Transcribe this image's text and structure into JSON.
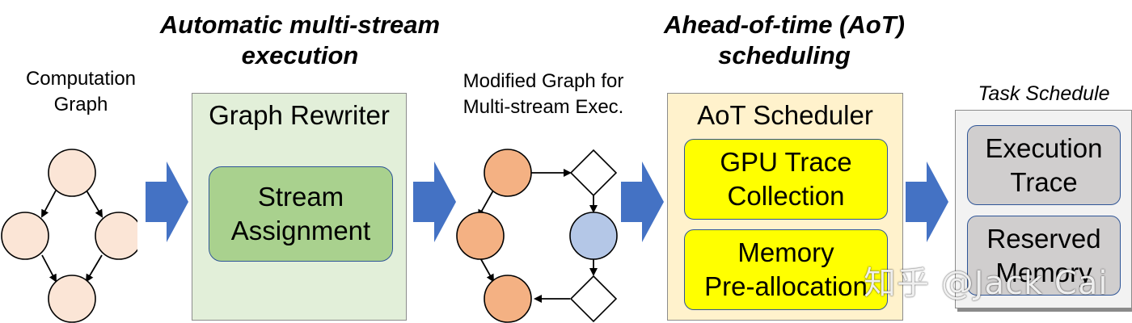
{
  "headings": {
    "left_line1": "Automatic multi-stream",
    "left_line2": "execution",
    "right_line1": "Ahead-of-time (AoT)",
    "right_line2": "scheduling"
  },
  "captions": {
    "computation_line1": "Computation",
    "computation_line2": "Graph",
    "modified_line1": "Modified Graph for",
    "modified_line2": "Multi-stream Exec.",
    "task_schedule": "Task Schedule"
  },
  "graph_rewriter": {
    "title": "Graph Rewriter",
    "inner_line1": "Stream",
    "inner_line2": "Assignment"
  },
  "aot_scheduler": {
    "title": "AoT Scheduler",
    "box1_line1": "GPU Trace",
    "box1_line2": "Collection",
    "box2_line1": "Memory",
    "box2_line2": "Pre-allocation"
  },
  "task_schedule": {
    "box1_line1": "Execution",
    "box1_line2": "Trace",
    "box2_line1": "Reserved",
    "box2_line2": "Memory"
  },
  "watermark": "知乎 @Jack Cai",
  "colors": {
    "rewriter_bg": "#e2efd9",
    "stream_box": "#a9d18e",
    "scheduler_bg": "#fff2cc",
    "yellow_box": "#ffff00",
    "task_bg": "#f2f2f2",
    "task_box": "#d0cece",
    "arrow": "#4472c4",
    "node_light": "#fbe5d6",
    "node_orange": "#f4b183",
    "node_blue": "#b4c7e7"
  }
}
